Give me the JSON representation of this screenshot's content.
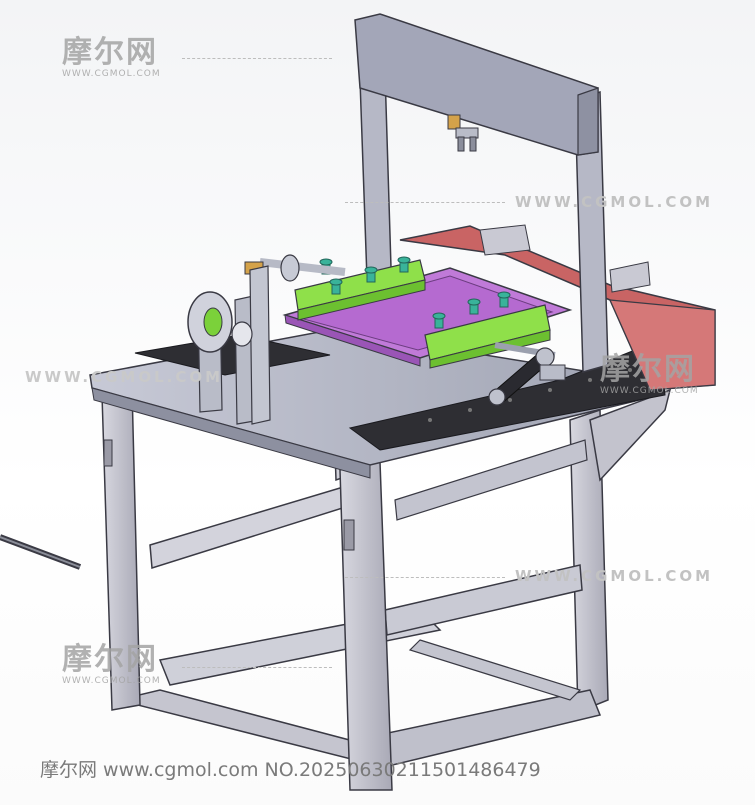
{
  "watermark": {
    "logo_cn": "摩尔网",
    "logo_en": "WWW.CGMOL.COM",
    "url_text": "WWW.CGMOL.COM",
    "url_text_partial": "WWW.CGMOL.COM"
  },
  "footer": {
    "credit": "摩尔网 www.cgmol.com NO.20250630211501486479"
  },
  "colors": {
    "frame": "#c9c9d3",
    "frame_edge": "#3a3a44",
    "top_plate": "#b9bcc8",
    "black_plate": "#2e2e33",
    "red_block": "#c96464",
    "purple_tray": "#c07ad8",
    "green_clamp": "#8fe04a",
    "green_knob": "#39b39a",
    "spool_green": "#7bd13a"
  }
}
